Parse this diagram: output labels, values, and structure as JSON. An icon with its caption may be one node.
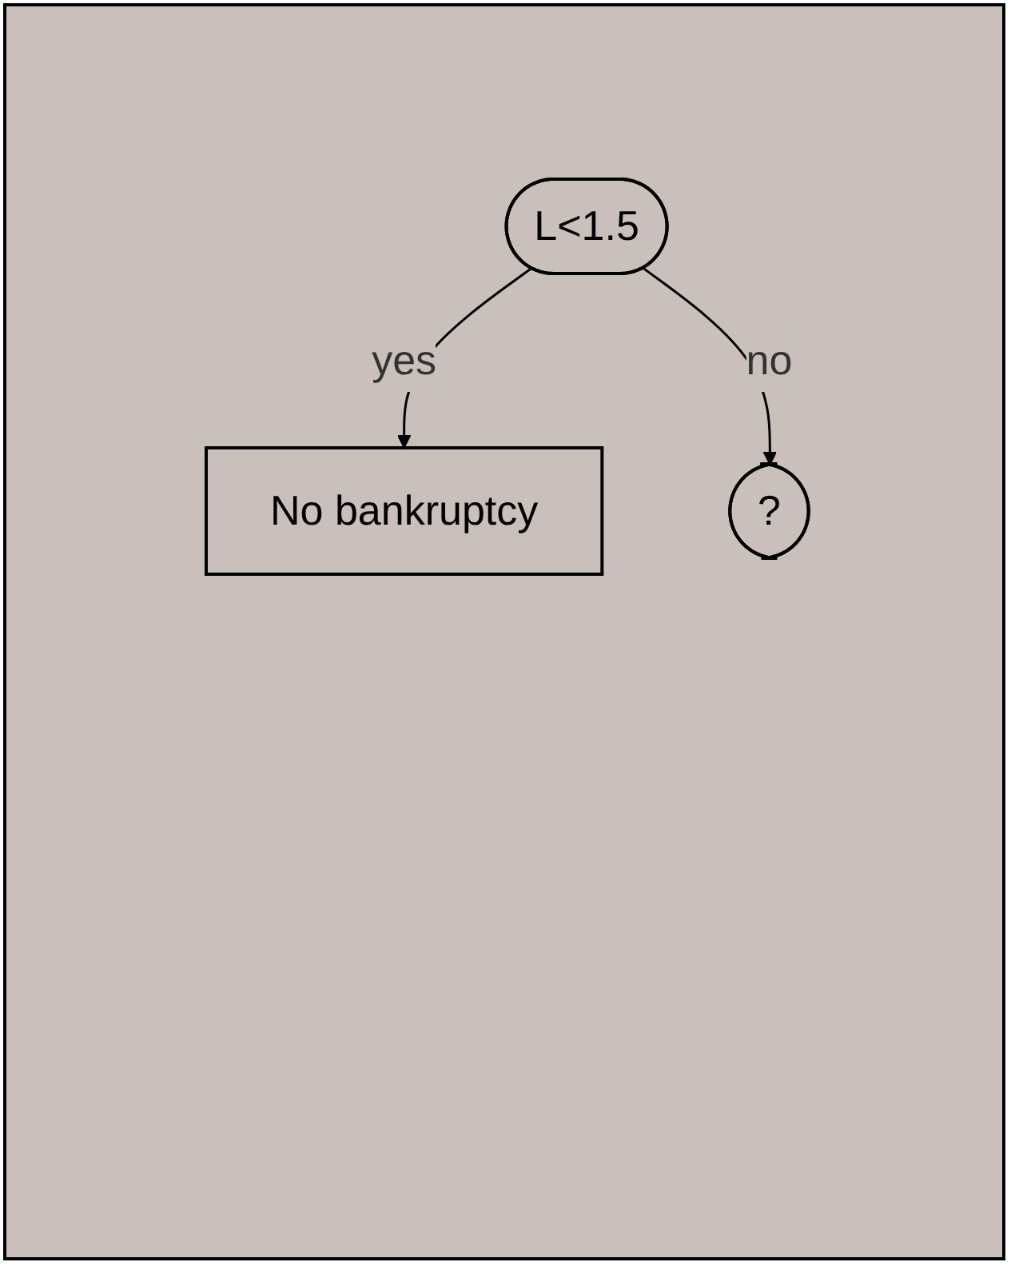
{
  "diagram": {
    "nodes": [
      {
        "text": [
          "L<1.5"
        ]
      },
      {
        "text": [
          "No bankruptcy"
        ]
      },
      {
        "text": [
          "?"
        ]
      }
    ],
    "edges": [
      {
        "from": 0,
        "to": 1,
        "arrow": "to",
        "label": "yes"
      },
      {
        "from": 0,
        "to": 2,
        "arrow": "to",
        "label": "no"
      }
    ]
  }
}
